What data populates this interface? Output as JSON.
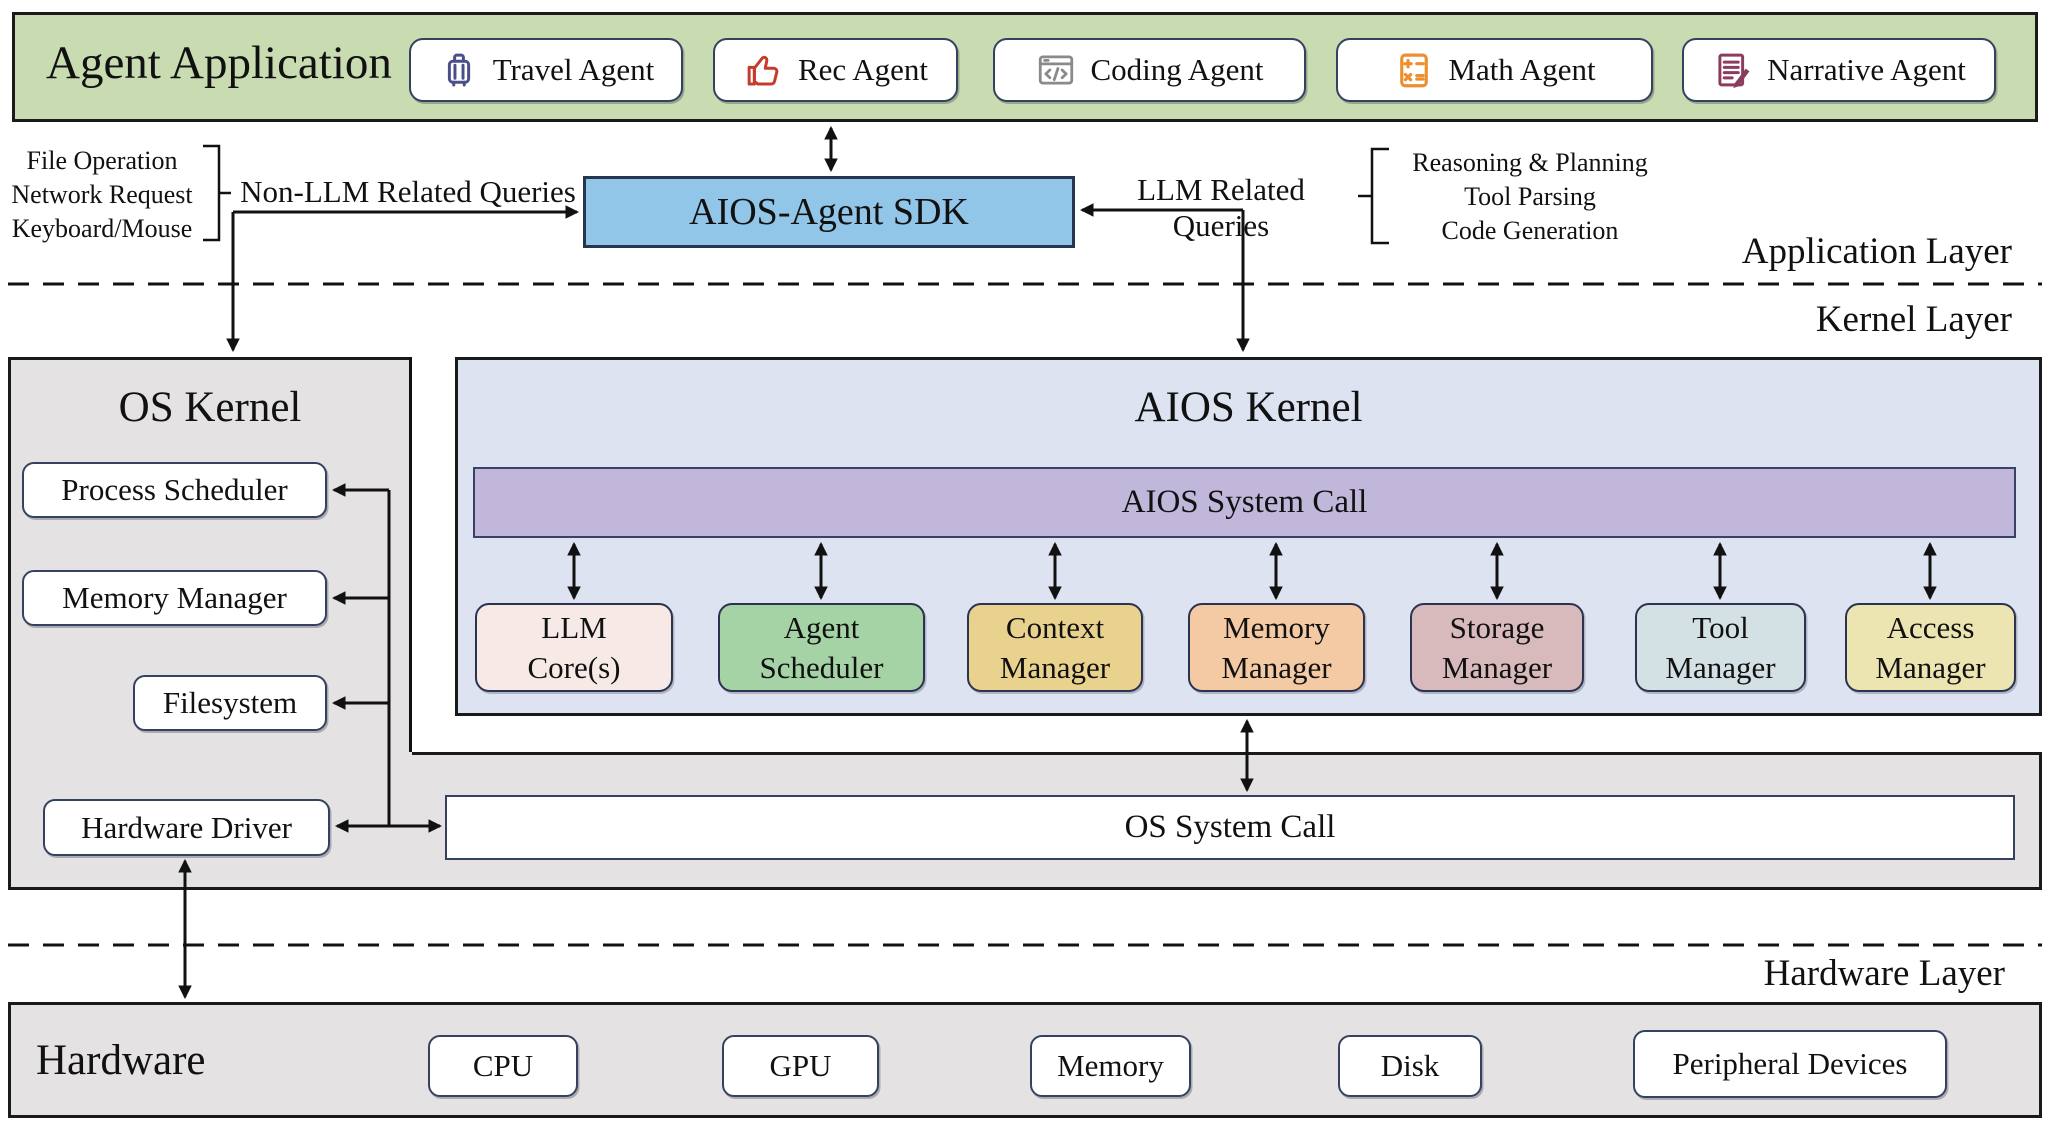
{
  "agent_bar": {
    "title": "Agent Application",
    "agents": [
      {
        "label": "Travel Agent",
        "icon": "luggage"
      },
      {
        "label": "Rec Agent",
        "icon": "thumbs-up"
      },
      {
        "label": "Coding Agent",
        "icon": "code-window"
      },
      {
        "label": "Math Agent",
        "icon": "calculator"
      },
      {
        "label": "Narrative Agent",
        "icon": "document-pen"
      }
    ]
  },
  "application_layer": {
    "layer_label": "Application Layer",
    "sdk_label": "AIOS-Agent SDK",
    "non_llm": {
      "label": "Non-LLM Related Queries",
      "items": [
        "File Operation",
        "Network Request",
        "Keyboard/Mouse"
      ]
    },
    "llm": {
      "label": "LLM Related Queries",
      "items": [
        "Reasoning & Planning",
        "Tool Parsing",
        "Code Generation"
      ]
    }
  },
  "kernel_layer": {
    "layer_label": "Kernel Layer",
    "os_kernel": {
      "title": "OS Kernel",
      "modules": [
        "Process Scheduler",
        "Memory Manager",
        "Filesystem",
        "Hardware Driver"
      ]
    },
    "aios_kernel": {
      "title": "AIOS Kernel",
      "system_call": "AIOS System Call",
      "modules": [
        {
          "line1": "LLM",
          "line2": "Core(s)",
          "color": "#f6e9e6"
        },
        {
          "line1": "Agent",
          "line2": "Scheduler",
          "color": "#a5d3a6"
        },
        {
          "line1": "Context",
          "line2": "Manager",
          "color": "#e9d28e"
        },
        {
          "line1": "Memory",
          "line2": "Manager",
          "color": "#f4caa4"
        },
        {
          "line1": "Storage",
          "line2": "Manager",
          "color": "#d8babc"
        },
        {
          "line1": "Tool",
          "line2": "Manager",
          "color": "#d4e1e4"
        },
        {
          "line1": "Access",
          "line2": "Manager",
          "color": "#ece5b2"
        }
      ]
    },
    "os_system_call": "OS System Call"
  },
  "hardware_layer": {
    "layer_label": "Hardware Layer",
    "title": "Hardware",
    "components": [
      "CPU",
      "GPU",
      "Memory",
      "Disk",
      "Peripheral Devices"
    ]
  },
  "colors": {
    "agent_bar_bg": "#c9dbb0",
    "sdk_bg": "#92c6e8",
    "kernel_bg": "#e4e2e2",
    "aios_bg": "#dde3f1",
    "system_call_bg": "#c0b7db"
  }
}
